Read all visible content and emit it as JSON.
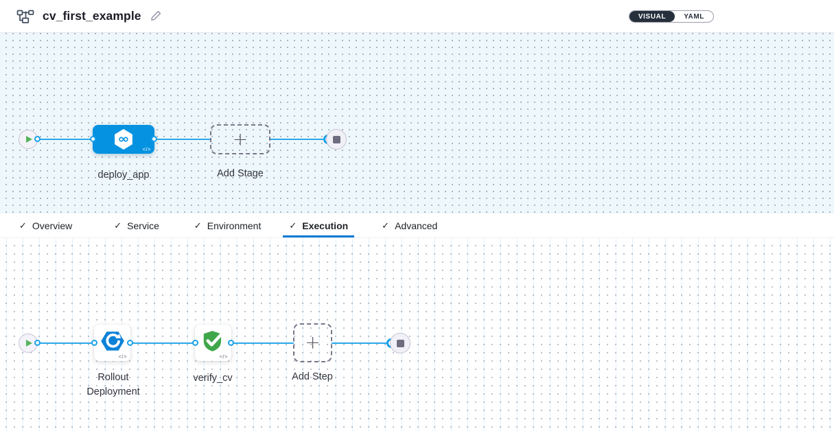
{
  "header": {
    "title": "cv_first_example",
    "view_toggle": {
      "visual_label": "VISUAL",
      "yaml_label": "YAML",
      "selected": "VISUAL"
    }
  },
  "glyphs": {
    "plus": "+",
    "check": "✓",
    "code": "</>"
  },
  "stage_pipeline": {
    "stage": {
      "label": "deploy_app",
      "icon": "harness-cd-hexagon-infinity"
    },
    "add_stage": {
      "label": "Add Stage"
    }
  },
  "tabs": [
    {
      "label": "Overview",
      "checked": true,
      "active": false
    },
    {
      "label": "Service",
      "checked": true,
      "active": false
    },
    {
      "label": "Environment",
      "checked": true,
      "active": false
    },
    {
      "label": "Execution",
      "checked": true,
      "active": true
    },
    {
      "label": "Advanced",
      "checked": true,
      "active": false
    }
  ],
  "execution_pipeline": {
    "steps": [
      {
        "label": "Rollout Deployment",
        "icon": "rollout-deployment-hexagon-refresh"
      },
      {
        "label": "verify_cv",
        "icon": "verify-shield-check"
      }
    ],
    "add_step": {
      "label": "Add Step"
    }
  },
  "colors": {
    "accent_blue": "#0277D4",
    "stage_node_blue": "#0592E0",
    "connector_blue": "#29A8EC",
    "success_green": "#3FA74A",
    "toggle_dark": "#26303C",
    "canvas_top_bg": "#EEF7FB"
  }
}
